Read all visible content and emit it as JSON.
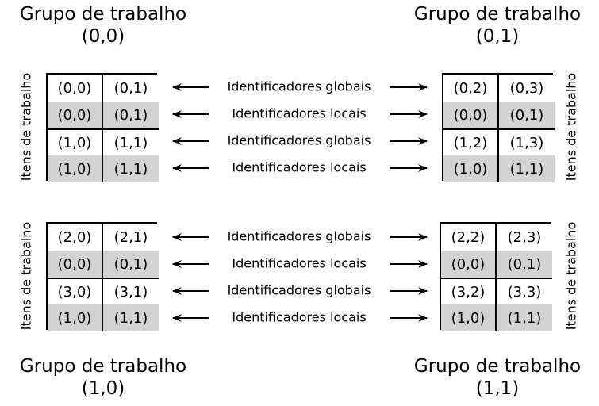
{
  "groups": [
    {
      "title": "Grupo de trabalho",
      "coord": "(0,0)",
      "cells": [
        [
          "(0,0)",
          "(0,1)"
        ],
        [
          "(0,0)",
          "(0,1)"
        ],
        [
          "(1,0)",
          "(1,1)"
        ],
        [
          "(1,0)",
          "(1,1)"
        ]
      ]
    },
    {
      "title": "Grupo de trabalho",
      "coord": "(0,1)",
      "cells": [
        [
          "(0,2)",
          "(0,3)"
        ],
        [
          "(0,0)",
          "(0,1)"
        ],
        [
          "(1,2)",
          "(1,3)"
        ],
        [
          "(1,0)",
          "(1,1)"
        ]
      ]
    },
    {
      "title": "Grupo de trabalho",
      "coord": "(1,0)",
      "cells": [
        [
          "(2,0)",
          "(2,1)"
        ],
        [
          "(0,0)",
          "(0,1)"
        ],
        [
          "(3,0)",
          "(3,1)"
        ],
        [
          "(1,0)",
          "(1,1)"
        ]
      ]
    },
    {
      "title": "Grupo de trabalho",
      "coord": "(1,1)",
      "cells": [
        [
          "(2,2)",
          "(2,3)"
        ],
        [
          "(0,0)",
          "(0,1)"
        ],
        [
          "(3,2)",
          "(3,3)"
        ],
        [
          "(1,0)",
          "(1,1)"
        ]
      ]
    }
  ],
  "side_label": "Itens de trabalho",
  "row_labels": [
    "Identificadores globais",
    "Identificadores locais",
    "Identificadores globais",
    "Identificadores locais"
  ]
}
